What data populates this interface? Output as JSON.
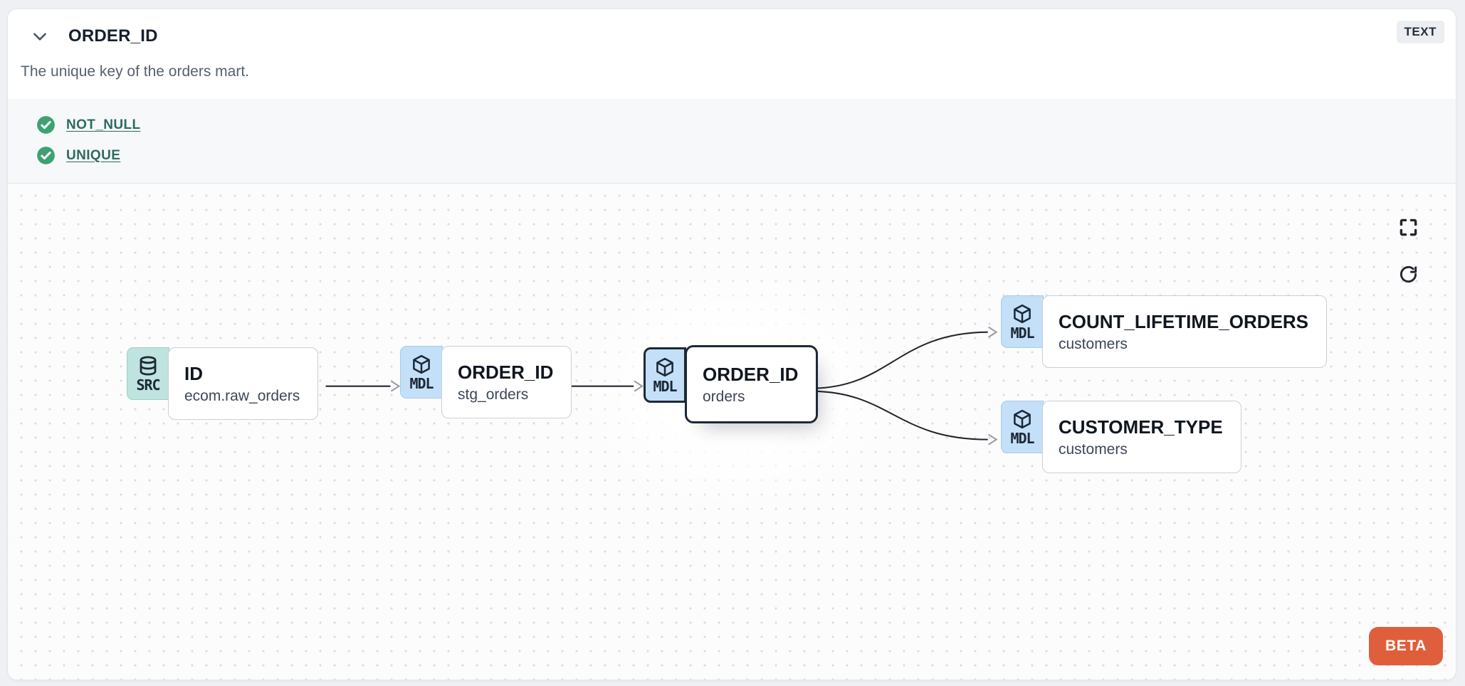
{
  "header": {
    "title": "ORDER_ID",
    "type_badge": "TEXT",
    "description": "The unique key of the orders mart."
  },
  "tests": {
    "items": [
      {
        "label": "NOT_NULL",
        "status": "passed",
        "icon": "check-circle"
      },
      {
        "label": "UNIQUE",
        "status": "passed",
        "icon": "check-circle"
      }
    ]
  },
  "graph": {
    "nodes": [
      {
        "badge": "SRC",
        "icon": "database",
        "title": "ID",
        "subtitle": "ecom.raw_orders",
        "selected": false
      },
      {
        "badge": "MDL",
        "icon": "cube",
        "title": "ORDER_ID",
        "subtitle": "stg_orders",
        "selected": false
      },
      {
        "badge": "MDL",
        "icon": "cube",
        "title": "ORDER_ID",
        "subtitle": "orders",
        "selected": true
      },
      {
        "badge": "MDL",
        "icon": "cube",
        "title": "COUNT_LIFETIME_ORDERS",
        "subtitle": "customers",
        "selected": false
      },
      {
        "badge": "MDL",
        "icon": "cube",
        "title": "CUSTOMER_TYPE",
        "subtitle": "customers",
        "selected": false
      }
    ],
    "edges": [
      {
        "from": "ID (ecom.raw_orders)",
        "to": "ORDER_ID (stg_orders)"
      },
      {
        "from": "ORDER_ID (stg_orders)",
        "to": "ORDER_ID (orders)"
      },
      {
        "from": "ORDER_ID (orders)",
        "to": "COUNT_LIFETIME_ORDERS (customers)"
      },
      {
        "from": "ORDER_ID (orders)",
        "to": "CUSTOMER_TYPE (customers)"
      }
    ],
    "controls": {
      "fullscreen": "fullscreen-icon",
      "refresh": "refresh-icon"
    },
    "beta_label": "BETA"
  },
  "colors": {
    "check_green": "#3ea173",
    "link_teal": "#2c6b5f",
    "beta_orange": "#df5f3c",
    "badge_src_bg": "#bfe3df",
    "badge_mdl_bg": "#c3e0f8",
    "selected_border": "#1d2938"
  }
}
